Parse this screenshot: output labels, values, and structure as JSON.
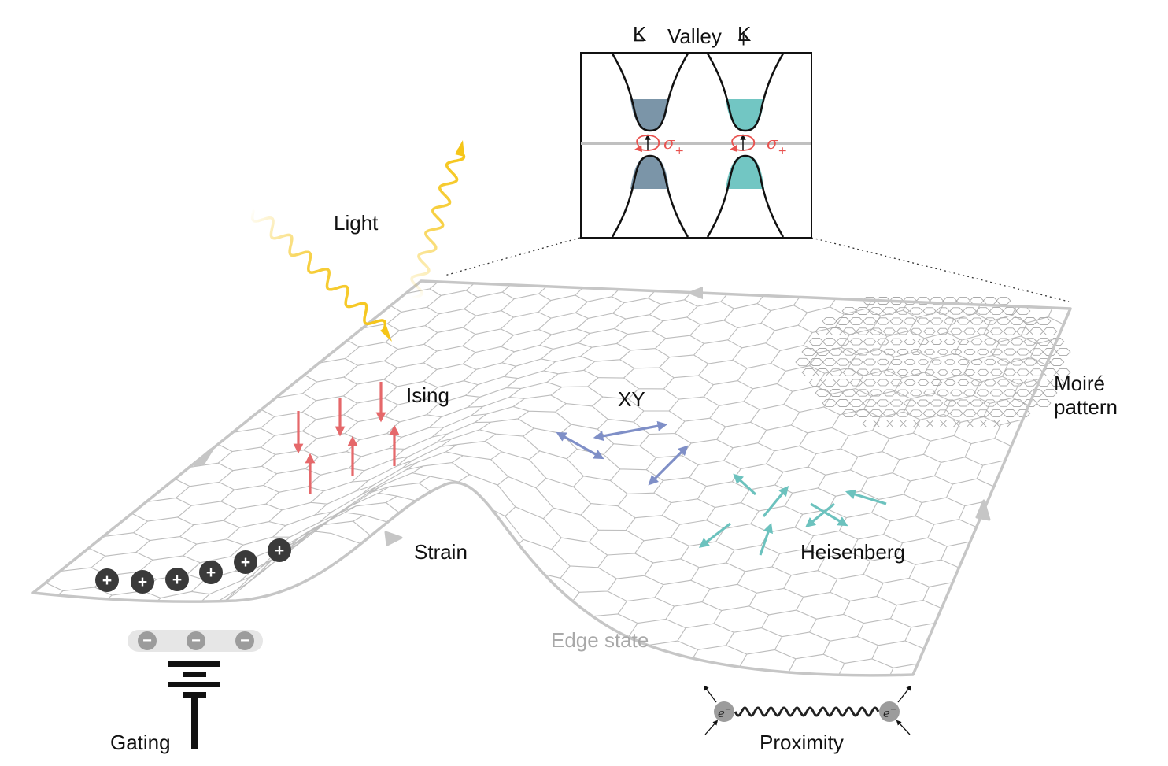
{
  "labels": {
    "light": "Light",
    "ising": "Ising",
    "xy": "XY",
    "moire": "Moiré pattern",
    "moire_line1": "Moiré",
    "moire_line2": "pattern",
    "strain": "Strain",
    "heisenberg": "Heisenberg",
    "edge_state": "Edge state",
    "gating": "Gating",
    "proximity": "Proximity"
  },
  "valley_panel": {
    "left_valley": "K",
    "left_sub": "−",
    "title": "Valley",
    "right_valley": "K",
    "right_sub": "+",
    "polarization_symbol": "σ",
    "polarization_sub": "+",
    "left_fill_color": "#7b95a8",
    "right_fill_color": "#72c6c3"
  },
  "gating": {
    "positive_charges": [
      "+",
      "+",
      "+",
      "+",
      "+",
      "+"
    ],
    "negative_charges": [
      "−",
      "−",
      "−"
    ]
  },
  "proximity": {
    "electron_symbol": "e",
    "electron_charge": "−"
  },
  "colors": {
    "sheet_outline": "#c6c6c6",
    "lattice": "#bdbdbd",
    "light_wave": "#f5c518",
    "ising_arrows": "#e5686a",
    "xy_arrows": "#7f8fc7",
    "heisenberg_arrows": "#6cc2be",
    "charge_dark": "#3a3a3a",
    "charge_light": "#9c9c9c",
    "polarization": "#e8524f"
  }
}
